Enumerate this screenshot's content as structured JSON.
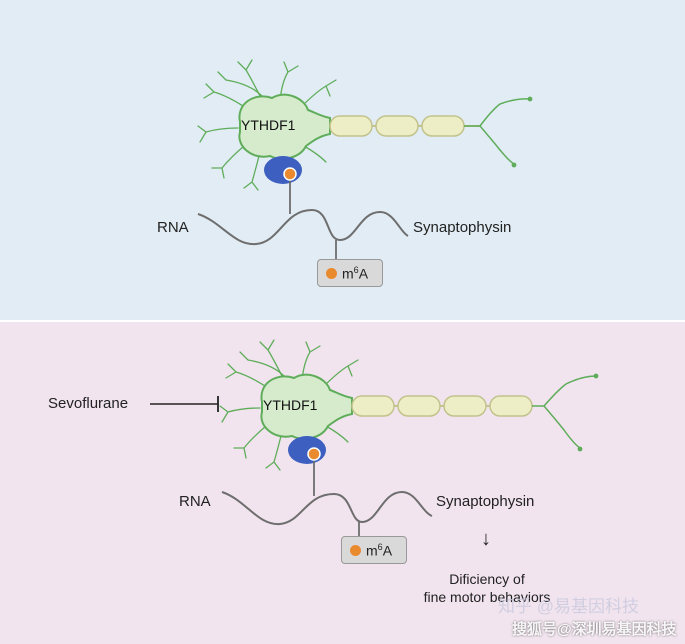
{
  "panels": {
    "top": {
      "background": "#e1ecf4",
      "cell_label": "YTHDF1",
      "rna_label": "RNA",
      "gene_label": "Synaptophysin",
      "mod_base": "m",
      "mod_sup": "6",
      "mod_tail": "A"
    },
    "bottom": {
      "background": "#f1e4ee",
      "drug_label": "Sevoflurane",
      "cell_label": "YTHDF1",
      "rna_label": "RNA",
      "gene_label": "Synaptophysin",
      "mod_base": "m",
      "mod_sup": "6",
      "mod_tail": "A",
      "arrow": "↓",
      "outcome_line1": "Dificiency of",
      "outcome_line2": "fine motor behaviors"
    }
  },
  "colors": {
    "neuron_fill": "#d5ebcc",
    "neuron_stroke": "#5fad5a",
    "axon_fill": "#eeeec6",
    "axon_stroke": "#c2c28d",
    "protein_blue": "#3d5fc0",
    "m6a_orange": "#e98a2e",
    "rna_gray": "#6e6e6e"
  },
  "watermark": {
    "faint": "知乎 @易基因科技",
    "main": "搜狐号@深圳易基因科技"
  }
}
